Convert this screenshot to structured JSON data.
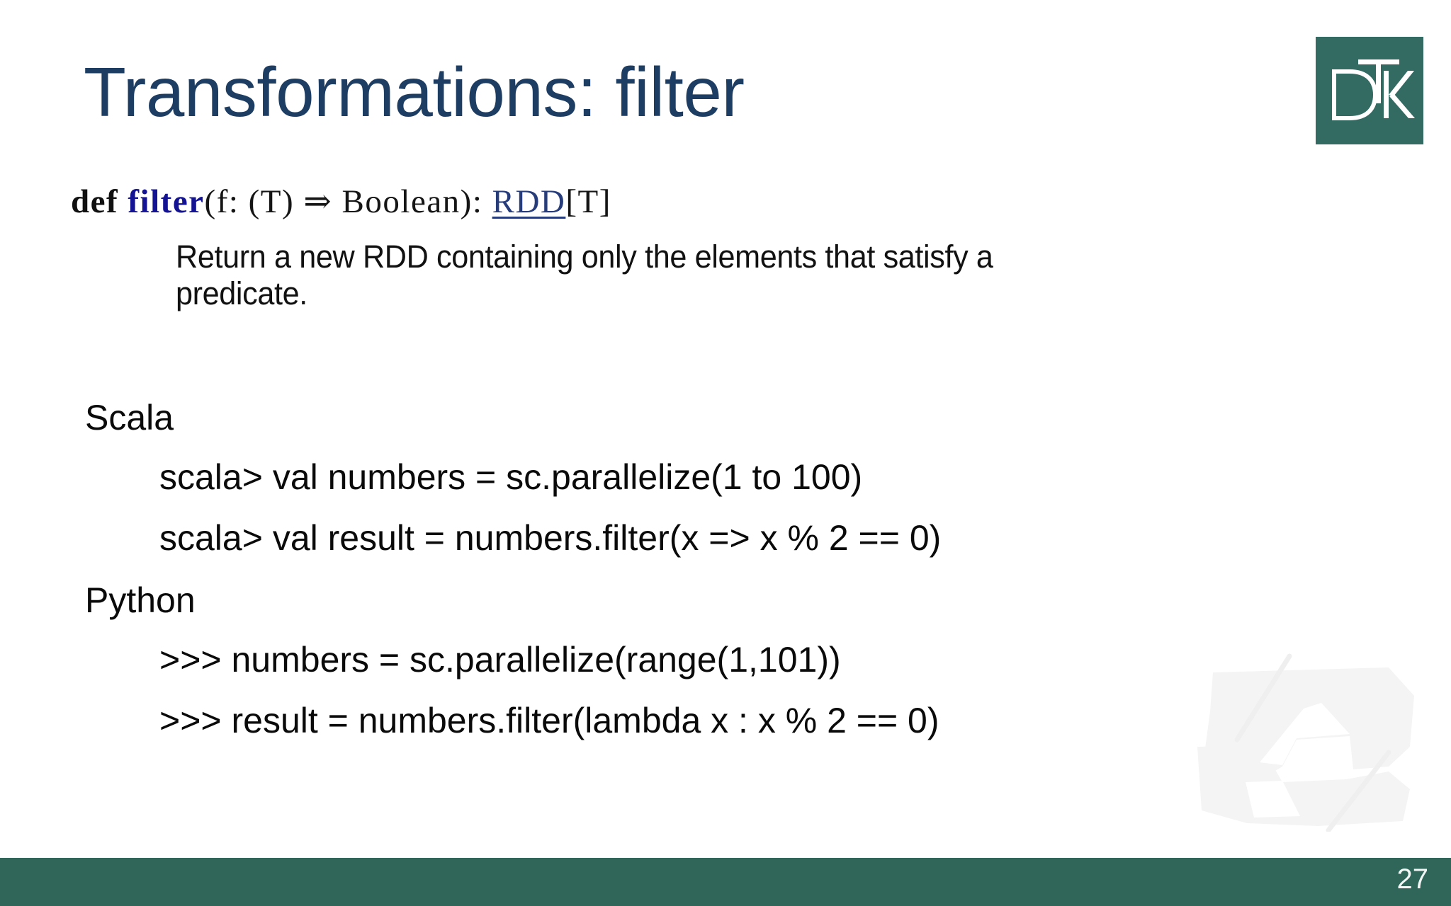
{
  "slide": {
    "title": "Transformations: filter",
    "title_color": "#1E3D63",
    "background_color": "#ffffff"
  },
  "logo": {
    "name": "DTK",
    "letters": "DTK",
    "background_color": "#336B63",
    "text_color": "#FFFFFF"
  },
  "doc_block": {
    "signature": {
      "keyword": "def",
      "function_name": "filter",
      "params": "(f: (T) ⇒ Boolean): ",
      "return_type": "RDD",
      "return_type_param": "[T]",
      "full_text": "def filter(f: (T) ⇒ Boolean): RDD[T]",
      "function_name_color": "#131394",
      "return_type_color": "#263C7B"
    },
    "description": "Return a new RDD containing only the elements that satisfy a predicate."
  },
  "sections": [
    {
      "label": "Scala",
      "lines": [
        "scala> val numbers = sc.parallelize(1 to 100)",
        "scala> val result = numbers.filter(x => x % 2 == 0)"
      ]
    },
    {
      "label": "Python",
      "lines": [
        ">>> numbers = sc.parallelize(range(1,101))",
        ">>> result = numbers.filter(lambda x : x % 2 == 0)"
      ]
    }
  ],
  "footer": {
    "bar_color": "#2F6659",
    "page_number": "27"
  }
}
